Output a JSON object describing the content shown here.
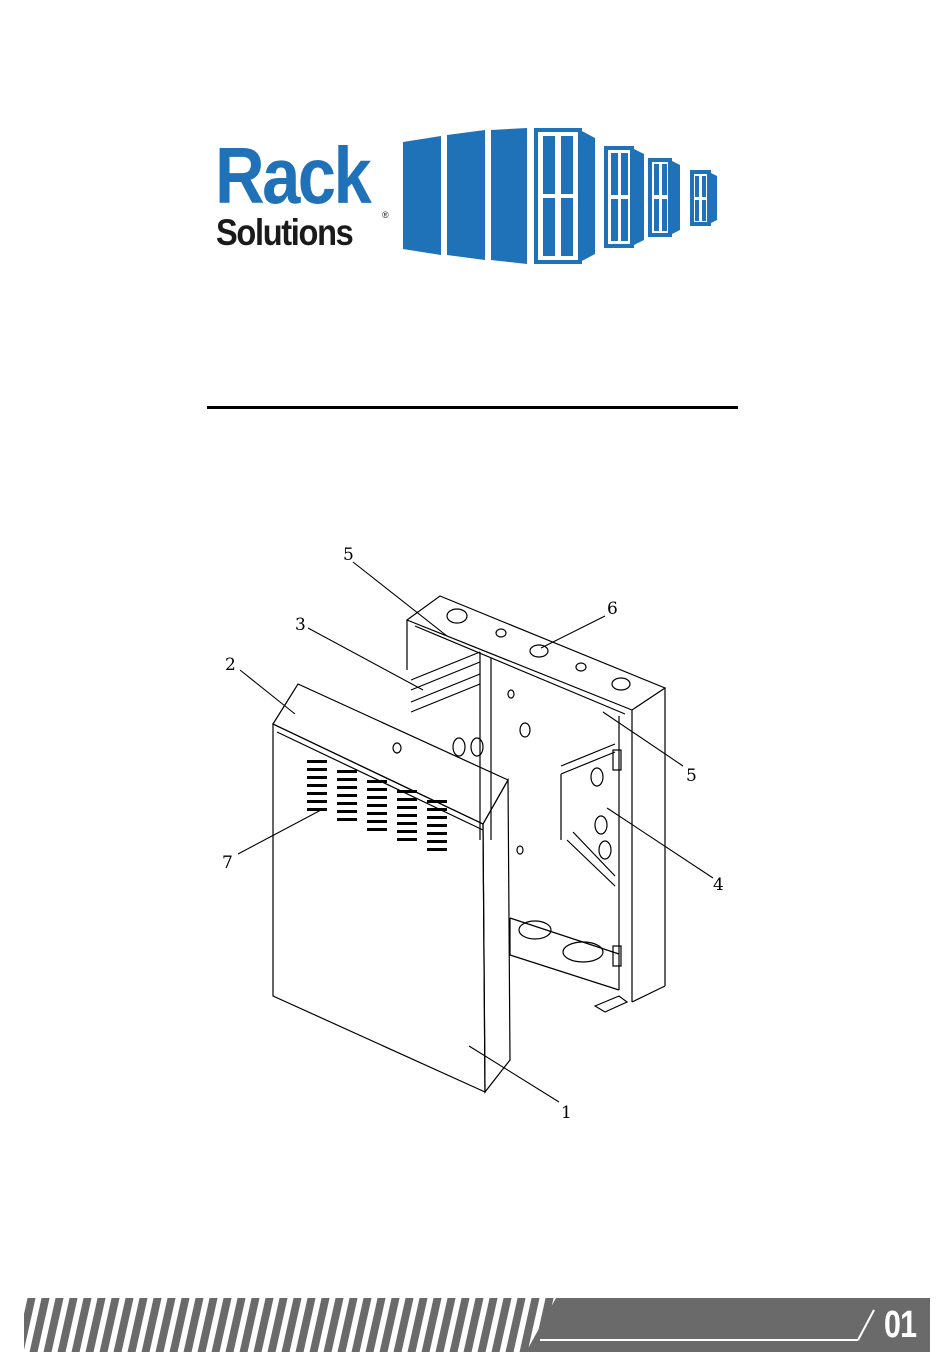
{
  "logo": {
    "word_top": "Rack",
    "word_bottom": "Solutions",
    "registered_mark": "®",
    "brand_blue": "#1f72b8",
    "text_dark": "#1a1a1a"
  },
  "figure": {
    "callouts": [
      "5",
      "6",
      "3",
      "2",
      "5",
      "4",
      "7",
      "1"
    ]
  },
  "footer": {
    "page_number": "01",
    "stripe_color": "#6a6a6a"
  }
}
